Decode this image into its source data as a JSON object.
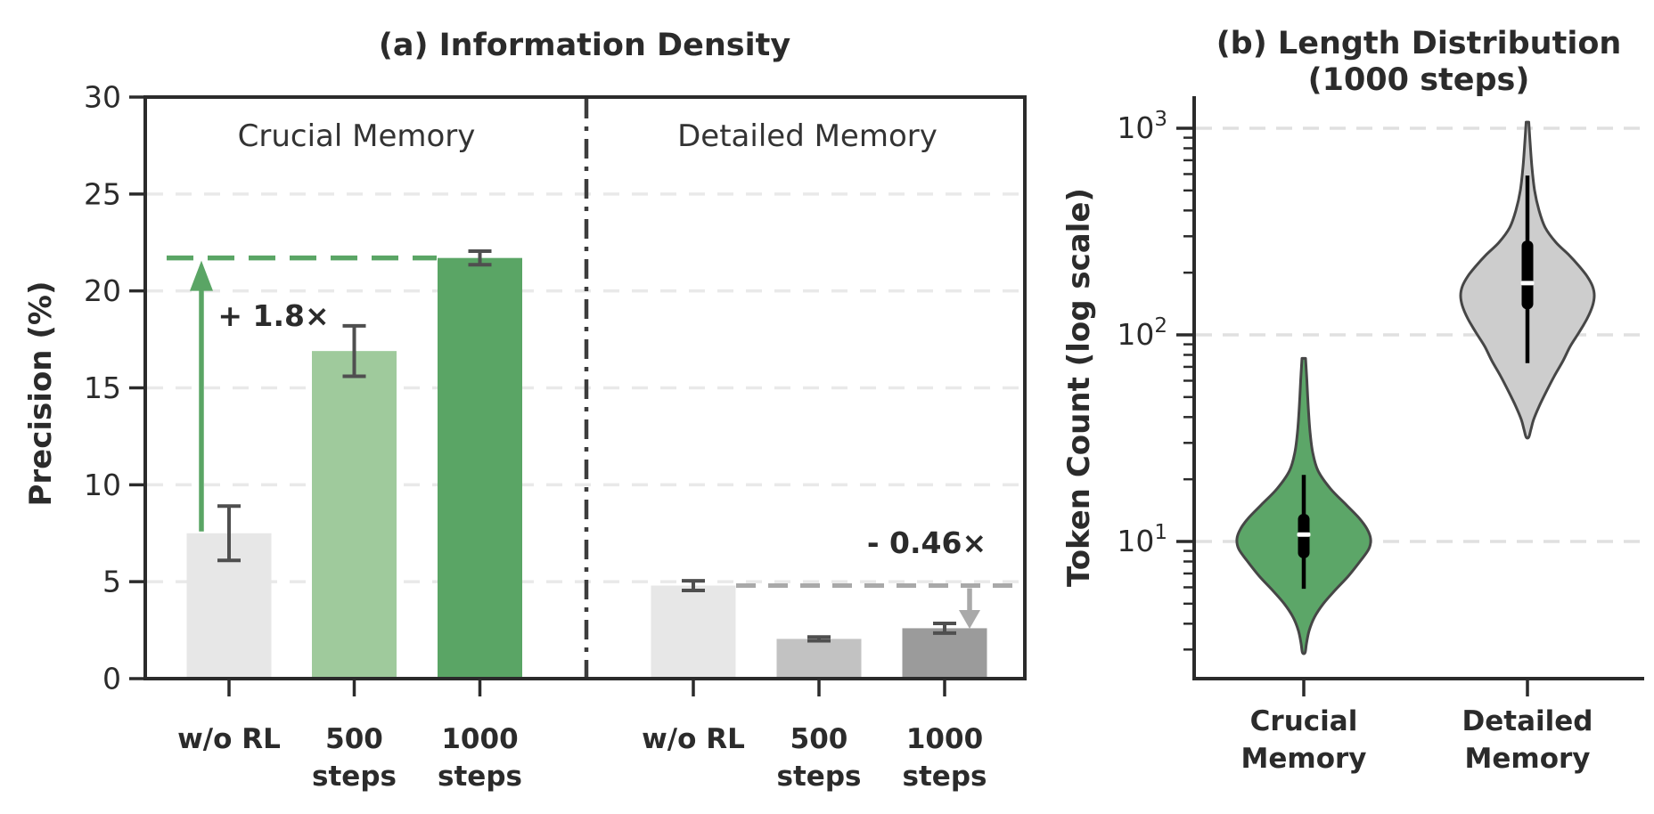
{
  "figure": {
    "background": "#ffffff",
    "text_color": "#2b2b2b",
    "accent_green": "#5aa565",
    "accent_gray": "#a9a9a9"
  },
  "chart_data": [
    {
      "id": "a",
      "type": "bar",
      "title": "(a) Information Density",
      "ylabel": "Precision (%)",
      "ylim": [
        0,
        30
      ],
      "yticks": [
        0,
        5,
        10,
        15,
        20,
        25,
        30
      ],
      "grid": "horizontal-dashed",
      "groups": [
        {
          "label": "Crucial Memory",
          "bars": [
            {
              "category_lines": [
                "w/o RL"
              ],
              "value": 7.5,
              "error": 1.4,
              "color": "#e7e7e7"
            },
            {
              "category_lines": [
                "500",
                "steps"
              ],
              "value": 16.9,
              "error": 1.3,
              "color": "#9fca9c"
            },
            {
              "category_lines": [
                "1000",
                "steps"
              ],
              "value": 21.7,
              "error": 0.35,
              "color": "#5aa565"
            }
          ]
        },
        {
          "label": "Detailed Memory",
          "bars": [
            {
              "category_lines": [
                "w/o RL"
              ],
              "value": 4.8,
              "error": 0.25,
              "color": "#e7e7e7"
            },
            {
              "category_lines": [
                "500",
                "steps"
              ],
              "value": 2.05,
              "error": 0.1,
              "color": "#c2c2c2"
            },
            {
              "category_lines": [
                "1000",
                "steps"
              ],
              "value": 2.6,
              "error": 0.25,
              "color": "#9b9b9b"
            }
          ]
        }
      ],
      "annotations": [
        {
          "text": "+ 1.8×",
          "color": "#5aa565",
          "text_color": "#5aa565",
          "level": 21.7,
          "arrow": "up",
          "arrow_from": 7.5,
          "arrow_to": 21.7
        },
        {
          "text": "- 0.46×",
          "color": "#a9a9a9",
          "text_color": "#8f8f8f",
          "level": 4.8,
          "arrow": "down",
          "arrow_from": 4.8,
          "arrow_to": 2.85
        }
      ]
    },
    {
      "id": "b",
      "type": "violin",
      "title_lines": [
        "(b) Length Distribution",
        "(1000 steps)"
      ],
      "ylabel": "Token Count (log scale)",
      "yscale": "log",
      "ylim": [
        2.2,
        1400
      ],
      "yticks": [
        {
          "base": "10",
          "exp": "1",
          "value": 10
        },
        {
          "base": "10",
          "exp": "2",
          "value": 100
        },
        {
          "base": "10",
          "exp": "3",
          "value": 1000
        }
      ],
      "violins": [
        {
          "label_lines": [
            "Crucial",
            "Memory"
          ],
          "color": "#5ca668",
          "stats": {
            "min": 2.9,
            "whisker_low": 5.9,
            "q1": 8.3,
            "median": 10.8,
            "q3": 13.6,
            "whisker_high": 21,
            "max": 77
          },
          "profile": [
            [
              77,
              2
            ],
            [
              60,
              3.5
            ],
            [
              45,
              5
            ],
            [
              34,
              7
            ],
            [
              27,
              10
            ],
            [
              22,
              16
            ],
            [
              18,
              30
            ],
            [
              15,
              48
            ],
            [
              13,
              62
            ],
            [
              11.5,
              71
            ],
            [
              10.3,
              75
            ],
            [
              9.2,
              73
            ],
            [
              8,
              63
            ],
            [
              6.8,
              50
            ],
            [
              5.8,
              35
            ],
            [
              5,
              22
            ],
            [
              4.3,
              12
            ],
            [
              3.7,
              6
            ],
            [
              3.2,
              3
            ],
            [
              2.9,
              1.5
            ]
          ]
        },
        {
          "label_lines": [
            "Detailed",
            "Memory"
          ],
          "color": "#cdcdcd",
          "stats": {
            "min": 32,
            "whisker_low": 73,
            "q1": 133,
            "median": 178,
            "q3": 286,
            "whisker_high": 590,
            "max": 1070
          },
          "profile": [
            [
              1070,
              1.5
            ],
            [
              850,
              3
            ],
            [
              650,
              5
            ],
            [
              500,
              8
            ],
            [
              400,
              13
            ],
            [
              330,
              20
            ],
            [
              280,
              32
            ],
            [
              245,
              46
            ],
            [
              215,
              58
            ],
            [
              192,
              67
            ],
            [
              172,
              73
            ],
            [
              155,
              75
            ],
            [
              138,
              73
            ],
            [
              120,
              67
            ],
            [
              103,
              58
            ],
            [
              88,
              48
            ],
            [
              75,
              40
            ],
            [
              63,
              30
            ],
            [
              53,
              21
            ],
            [
              45,
              13
            ],
            [
              39,
              7
            ],
            [
              35,
              4
            ],
            [
              32,
              1.5
            ]
          ]
        }
      ]
    }
  ]
}
